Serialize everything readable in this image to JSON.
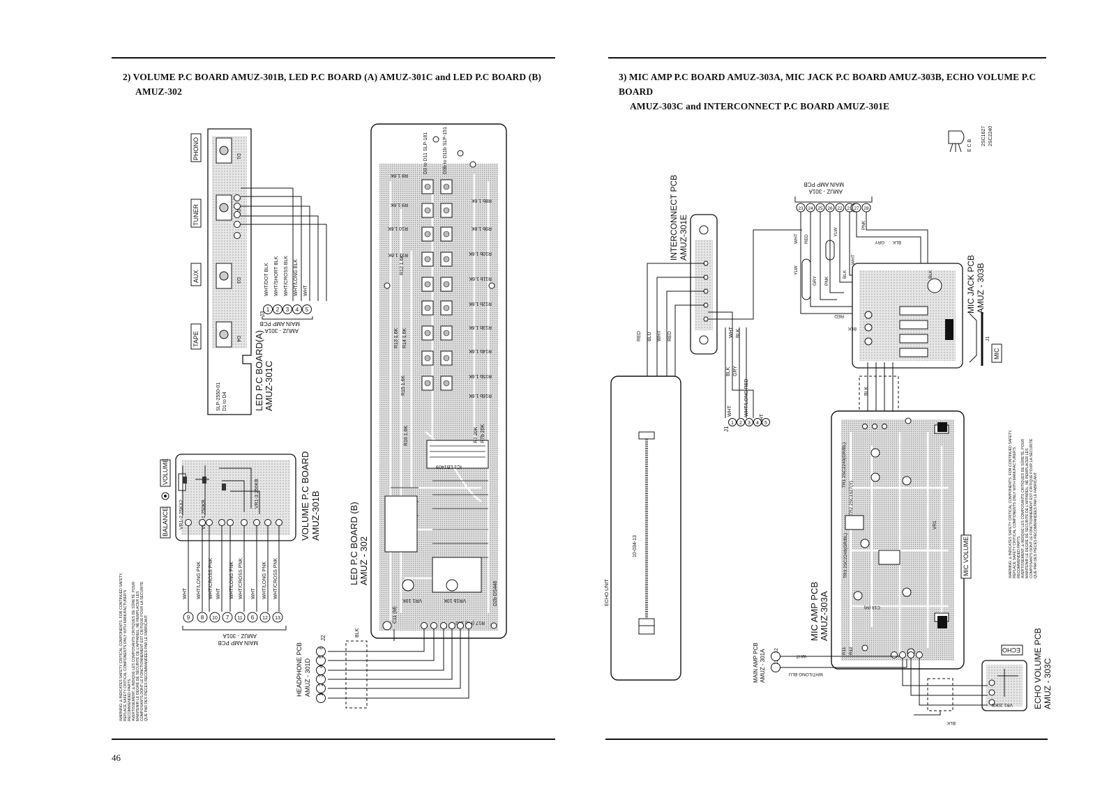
{
  "left_heading": {
    "line1": "2) VOLUME P.C BOARD AMUZ-301B, LED P.C BOARD (A) AMUZ-301C and LED P.C BOARD (B)",
    "line2": "AMUZ-302"
  },
  "right_heading": {
    "line1": "3) MIC AMP P.C BOARD AMUZ-303A, MIC JACK P.C BOARD AMUZ-303B, ECHO VOLUME P.C BOARD",
    "line2": "AMUZ-303C and INTERCONNECT P.C BOARD AMUZ-301E"
  },
  "page_number": "46",
  "led_board_a": {
    "title": "LED P.C BOARD(A)",
    "code": "AMUZ-301C",
    "part_line1": "SLP-2550-01",
    "part_line2": "D1 to D4",
    "inputs": [
      "PHONO",
      "TUNER",
      "AUX",
      "TAPE"
    ],
    "diodes": [
      "D1",
      "D2",
      "D3",
      "D4"
    ],
    "connector": "J3",
    "wires": [
      "WHT/DOT BLK",
      "WHT/SHORT BLK",
      "WHT/CROSS BLK",
      "WHT/LONG BLK",
      "WHT"
    ],
    "pins": [
      "1",
      "2",
      "3",
      "4",
      "5"
    ],
    "dest_line1": "MAIN AMP PCB",
    "dest_line2": "AMUZ - 301A"
  },
  "volume_board": {
    "title": "VOLUME P.C BOARD",
    "code": "AMUZ-301B",
    "labels": [
      "VOLUME",
      "BALANCE"
    ],
    "pots": [
      "VR1-2 25KX2",
      "VR1-1 250KB",
      "VR1-3 250KB"
    ],
    "wires": [
      "WHT",
      "WHT/LONG PNK",
      "WHT/CROSS PNK",
      "WHT",
      "WHT/LONG PNK",
      "WHT/CROSS PNK",
      "WHT",
      "WHT/LONG PNK",
      "WHT/CROSS PNK"
    ],
    "pins": [
      "9",
      "8",
      "10",
      "7",
      "11",
      "6",
      "12",
      "13"
    ],
    "dest_line1": "MAIN AMP PCB",
    "dest_line2": "AMUZ - 301A"
  },
  "led_board_b": {
    "title": "LED P.C BOARD (B)",
    "code": "AMUZ - 302",
    "part_a": "D3 to D11 SLP-181",
    "part_b": "D3b to D11b SLP-151",
    "resistors_left": [
      "R8 1.6K",
      "R9 1.6K",
      "R10 1.6K",
      "R11 1.6K",
      "R12 1.6K",
      "R13 1.6K",
      "R14 1.6K",
      "R15 1.6K",
      "R16 1.6K"
    ],
    "resistors_right": [
      "R8b 1.6K",
      "R9b 1.6K",
      "R10b 1.6K",
      "R11b 1.6K",
      "R12b 1.6K",
      "R13b 1.6K",
      "R14b 1.6K",
      "R15b 1.6K",
      "R16b 1.6K"
    ],
    "ic": "IC1 LB1409",
    "connector": "J2",
    "pins": [
      "1",
      "2",
      "3",
      "4",
      "5",
      "6"
    ],
    "misc": [
      "BLK",
      "C11 (M)",
      "R17 (P3) 180",
      "VR1 10K",
      "VR1b 10K",
      "R7 20K",
      "R7b 20K",
      "D2b DS448"
    ]
  },
  "headphone": {
    "line1": "HEADPHONE PCB",
    "line2": "AMUZ - 301D"
  },
  "warning_lines": [
    "WARNING: ∆ INDICATES SAFETY CRITICAL COMPONENTS. FOR CONTINUED SAFETY,",
    "REPLACE SAFETY CRITICAL COMPONENTS ONLY WITH MANUFACTURER'S",
    "RECOMMENDED PARTS.",
    "AVERTISSEMENT: ∆ INDIQUE LES COMPOSANTS CRITIQUES DE SÛRETÉ. POUR",
    "MAINTENIR LE DEGRÉ DE SÉCURITÉ DE L'APPAREIL, NE REMPLACER LES",
    "COMPOSANTS DONT LE FONCTIONNEMENT EST CRITIQUE POUR LA SÉCURITÉ",
    "QUE PAR DES PIÈCES RECOMMANDÉES PAR LE FABRICANT."
  ],
  "interconnect": {
    "line1": "INTERCONNECT PCB",
    "line2": "AMUZ-301E",
    "wires": [
      "RED",
      "BLU",
      "WHT",
      "RED"
    ],
    "j1_wires": [
      "WHT",
      "WHT/LONG RED",
      "BLK",
      "GRY",
      "WHT"
    ],
    "j1_pins": [
      "1",
      "2",
      "3",
      "4",
      "5"
    ],
    "connector": "J1",
    "side_labels": [
      "BLK",
      "WHT"
    ]
  },
  "echo_unit": {
    "label": "ECHO UNIT",
    "part": "10-034-13"
  },
  "transistor": {
    "pins": "E C B",
    "types": [
      "2SC1627",
      "2SC2240"
    ]
  },
  "mic_amp": {
    "title": "MIC AMP PCB",
    "code": "AMUZ-303A",
    "dest_line1": "MAIN AMP PCB",
    "dest_line2": "AMUZ - 301A",
    "pins": [
      "11",
      "12"
    ],
    "top_pins": [
      "23",
      "24",
      "25",
      "26",
      "22",
      "21",
      "27",
      "28"
    ],
    "top_wires": [
      "WHT",
      "RED",
      "YLW",
      "GRY",
      "BLK",
      "PNK",
      "YLW",
      "WHT",
      "PNK"
    ],
    "wire_labels": [
      "WHT",
      "WHT/LONG BLU"
    ],
    "dest_top_line1": "MAIN AMP PCB",
    "dest_top_line2": "AMUZ - 301A",
    "components": [
      "TR1 2SC2240(GR/BL)",
      "TR2 2SC1627(Y)",
      "TR3 2SC2240(GR/BL)",
      "VR1",
      "R11",
      "R12",
      "C18 (M)"
    ]
  },
  "mic_jack": {
    "title": "MIC JACK PCB",
    "code": "AMUZ - 303B",
    "mic": "MIC",
    "j1": "J1",
    "wires": [
      "BLK",
      "GRY",
      "BLK",
      "RED",
      "BLK"
    ]
  },
  "mic_volume": "MIC VOLUME",
  "echo_volume": {
    "title": "ECHO VOLUME PCB",
    "code": "AMUZ - 303C",
    "label": "ECHO",
    "pot": "VR1 20KB",
    "wire": "BLK"
  }
}
